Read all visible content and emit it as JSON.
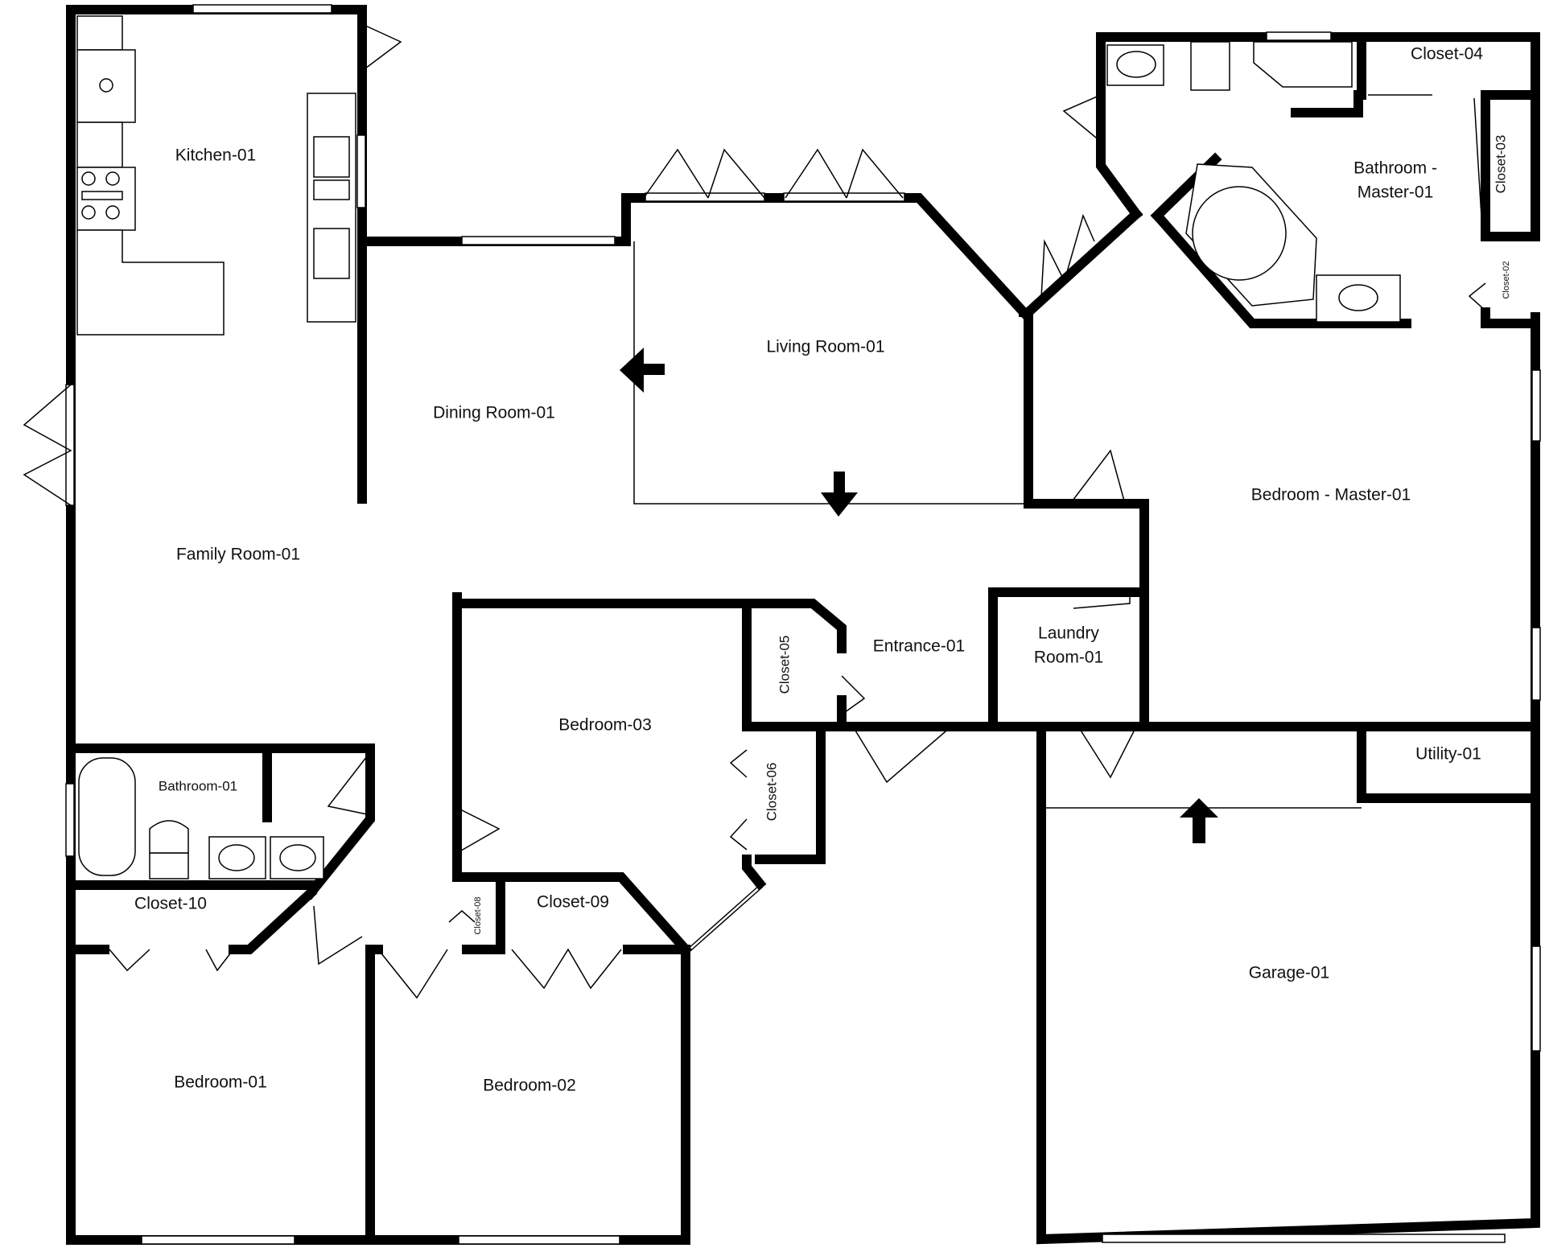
{
  "plan": {
    "rooms": {
      "kitchen": "Kitchen-01",
      "living": "Living Room-01",
      "dining": "Dining Room-01",
      "family": "Family Room-01",
      "bath_master_1": "Bathroom -",
      "bath_master_2": "Master-01",
      "bedroom_master": "Bedroom - Master-01",
      "closet_04": "Closet-04",
      "closet_03": "Closet-03",
      "closet_02": "Closet-02",
      "entrance": "Entrance-01",
      "laundry_1": "Laundry",
      "laundry_2": "Room-01",
      "closet_05": "Closet-05",
      "closet_06": "Closet-06",
      "bedroom_03": "Bedroom-03",
      "bathroom_01": "Bathroom-01",
      "closet_10": "Closet-10",
      "closet_09": "Closet-09",
      "closet_08": "Closet-08",
      "utility": "Utility-01",
      "garage": "Garage-01",
      "bedroom_01": "Bedroom-01",
      "bedroom_02": "Bedroom-02"
    }
  }
}
